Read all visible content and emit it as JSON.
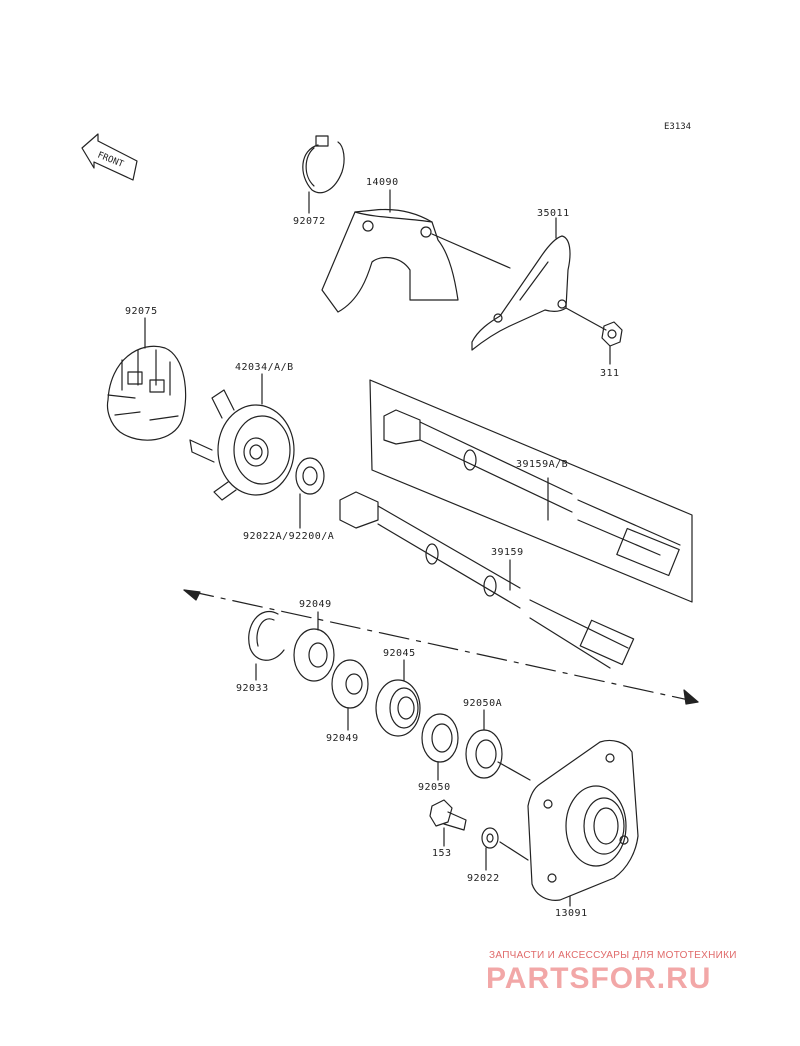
{
  "diagram_code": "E3134",
  "front_label": "FRONT",
  "parts": {
    "p92072": "92072",
    "p14090": "14090",
    "p35011": "35011",
    "p311": "311",
    "p92075": "92075",
    "p42034": "42034/A/B",
    "p92022A": "92022A/92200/A",
    "p39159AB": "39159A/B",
    "p39159": "39159",
    "p92049a": "92049",
    "p92033": "92033",
    "p92049b": "92049",
    "p92045": "92045",
    "p92050A": "92050A",
    "p92050": "92050",
    "p153": "153",
    "p92022": "92022",
    "p13091": "13091"
  },
  "watermark": {
    "tagline": "ЗАПЧАСТИ И АКСЕССУАРЫ ДЛЯ МОТОТЕХНИКИ",
    "logo": "PARTSFOR.RU"
  }
}
